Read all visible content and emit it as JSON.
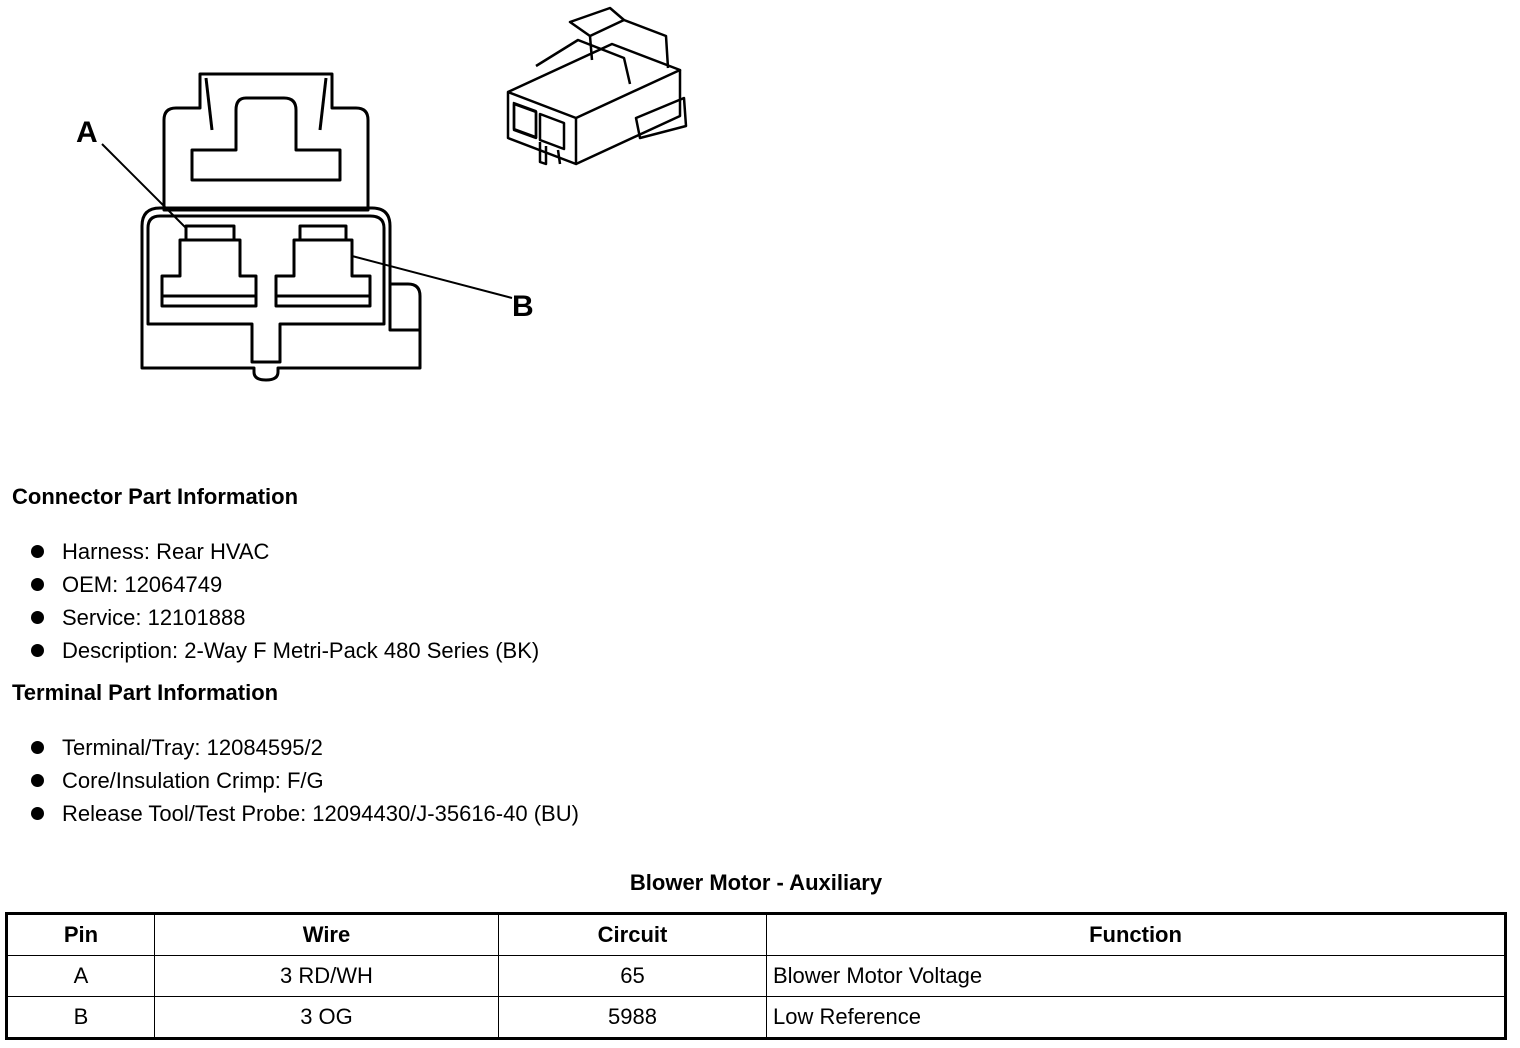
{
  "diagram": {
    "pin_labels": [
      "A",
      "B"
    ]
  },
  "connector_info": {
    "heading": "Connector Part Information",
    "items": [
      "Harness: Rear HVAC",
      "OEM: 12064749",
      "Service: 12101888",
      "Description: 2-Way F Metri-Pack 480 Series (BK)"
    ]
  },
  "terminal_info": {
    "heading": "Terminal Part Information",
    "items": [
      "Terminal/Tray: 12084595/2",
      "Core/Insulation Crimp: F/G",
      "Release Tool/Test Probe: 12094430/J-35616-40 (BU)"
    ]
  },
  "table": {
    "title": "Blower Motor - Auxiliary",
    "headers": [
      "Pin",
      "Wire",
      "Circuit",
      "Function"
    ],
    "rows": [
      [
        "A",
        "3 RD/WH",
        "65",
        "Blower Motor Voltage"
      ],
      [
        "B",
        "3 OG",
        "5988",
        "Low Reference"
      ]
    ]
  }
}
